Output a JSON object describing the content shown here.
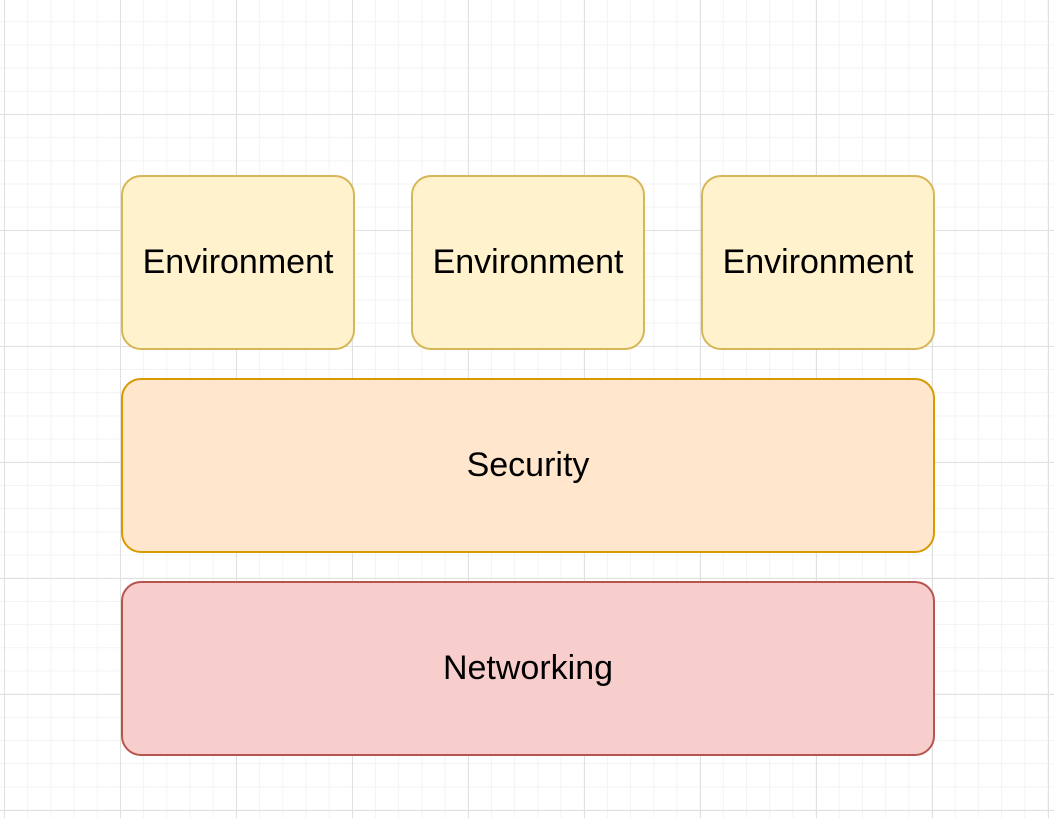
{
  "diagram": {
    "environments": [
      {
        "label": "Environment",
        "fill": "#fff2cc",
        "stroke": "#d6b656"
      },
      {
        "label": "Environment",
        "fill": "#fff2cc",
        "stroke": "#d6b656"
      },
      {
        "label": "Environment",
        "fill": "#fff2cc",
        "stroke": "#d6b656"
      }
    ],
    "security": {
      "label": "Security",
      "fill": "#ffe6cc",
      "stroke": "#d79b00"
    },
    "networking": {
      "label": "Networking",
      "fill": "#f8cecc",
      "stroke": "#b85450"
    }
  }
}
